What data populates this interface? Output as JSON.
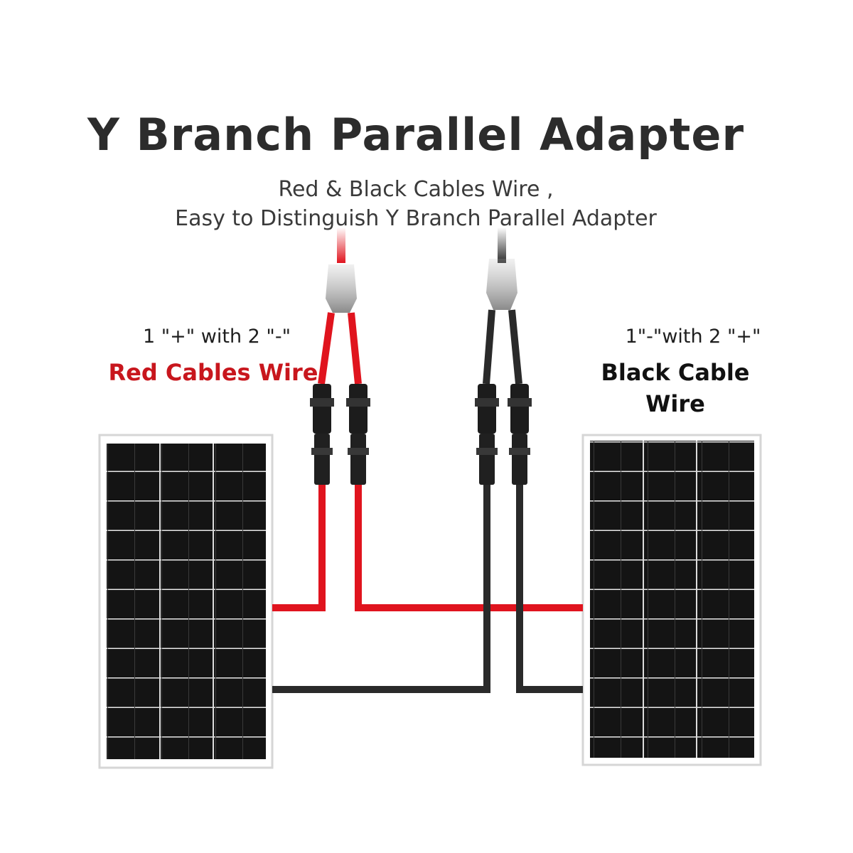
{
  "title": "Y Branch Parallel Adapter",
  "subtitle_line1": "Red & Black Cables Wire ,",
  "subtitle_line2": "Easy to Distinguish Y Branch Parallel Adapter",
  "left": {
    "note": "1 \"+\" with 2 \"-\"",
    "label": "Red Cables Wire",
    "label_color": "#c8161d"
  },
  "right": {
    "note": "1\"-\"with 2 \"+\"",
    "label": "Black Cable Wire",
    "label_color": "#111111"
  },
  "colors": {
    "red_cable": "#e0141e",
    "black_cable": "#2a2a2a",
    "panel_frame": "#d9d9d9",
    "panel_cell": "#1a1a1a"
  },
  "icons": [
    "solar-panel-icon",
    "mc4-connector-icon",
    "y-branch-connector-icon"
  ]
}
